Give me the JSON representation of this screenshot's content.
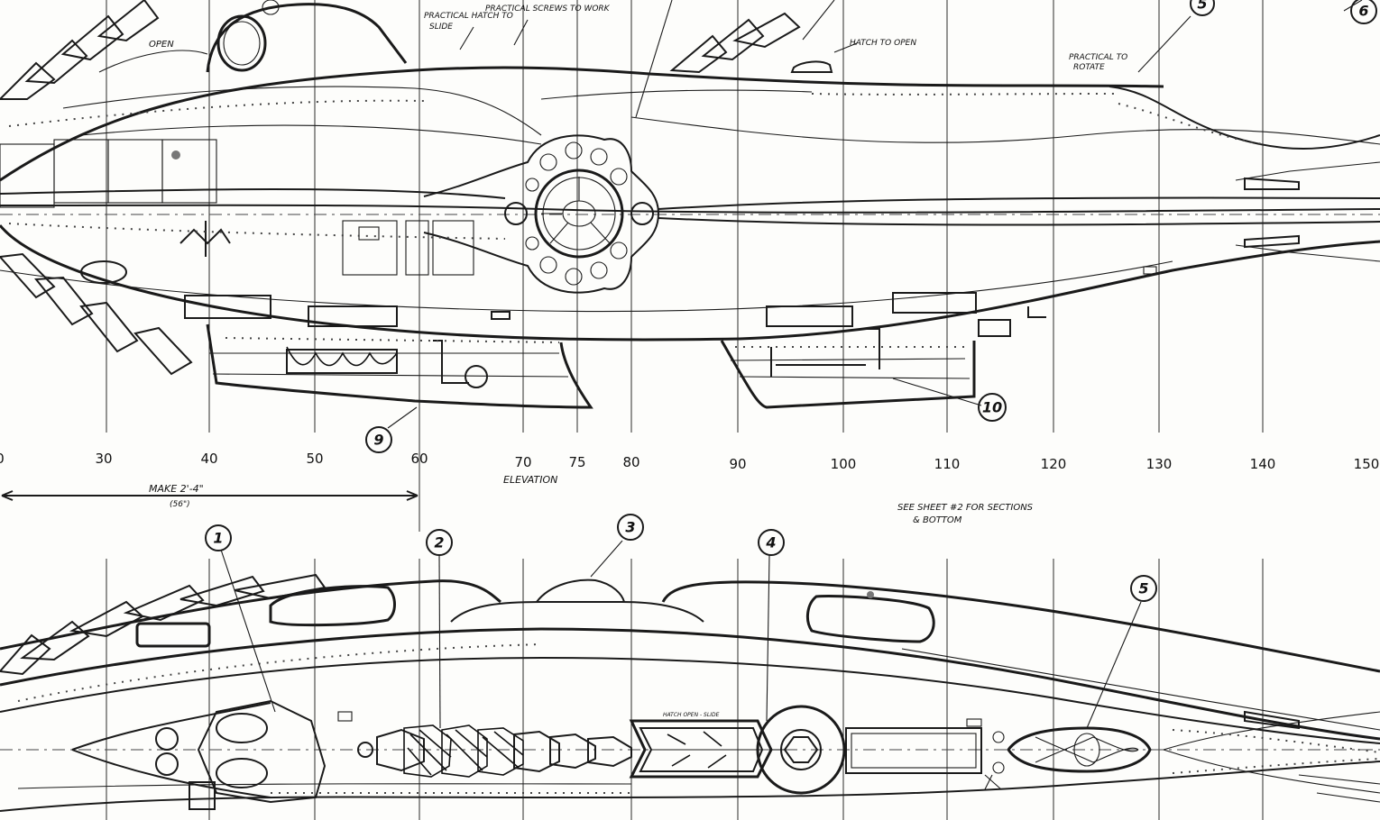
{
  "drawing": {
    "view_title": "ELEVATION",
    "scale_ticks": [
      "30",
      "40",
      "50",
      "60",
      "70",
      "75",
      "80",
      "90",
      "100",
      "110",
      "120",
      "130",
      "140",
      "150"
    ],
    "dimension_note": {
      "line1": "MAKE 2'-4\"",
      "line2": "(56\")"
    },
    "sheet_note": {
      "line1": "SEE SHEET #2 FOR SECTIONS",
      "line2": "& BOTTOM"
    },
    "notes": {
      "practical_hatch": "PRACTICAL HATCH TO",
      "slide": "SLIDE",
      "practical_screws": "PRACTICAL SCREWS TO WORK",
      "hatch_to_open": "HATCH TO OPEN",
      "practical_to_rotate": "PRACTICAL TO",
      "rotate": "ROTATE",
      "open": "OPEN",
      "deck_hatch_note": "HATCH OPEN - SLIDE"
    },
    "callouts": [
      "1",
      "2",
      "3",
      "4",
      "5",
      "5",
      "6",
      "9",
      "10"
    ]
  }
}
